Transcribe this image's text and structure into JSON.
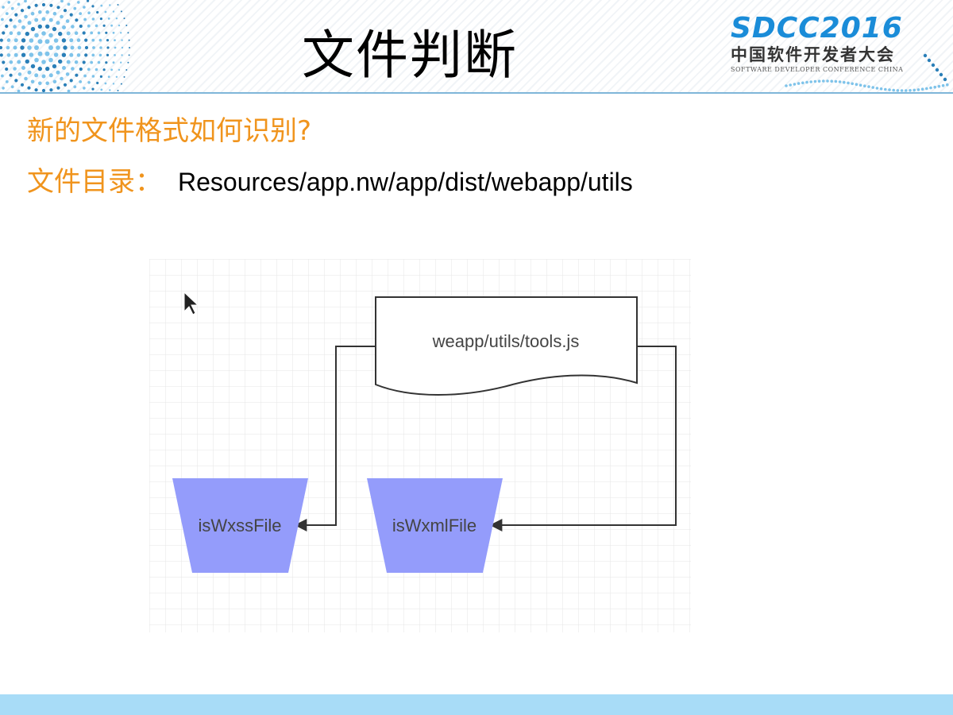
{
  "slide": {
    "title": "文件判断",
    "question": "新的文件格式如何识别?",
    "path_label": "文件目录：",
    "path_value": "Resources/app.nw/app/dist/webapp/utils"
  },
  "logo": {
    "main": "SDCC2016",
    "cn": "中国软件开发者大会",
    "en": "SOFTWARE DEVELOPER CONFERENCE CHINA"
  },
  "diagram": {
    "document": "weapp/utils/tools.js",
    "targets": [
      "isWxssFile",
      "isWxmlFile"
    ]
  },
  "colors": {
    "accent": "#f0941d",
    "trapezoid": "#949cfb",
    "brand": "#1a8cd8",
    "footer": "#a8dcf7"
  }
}
